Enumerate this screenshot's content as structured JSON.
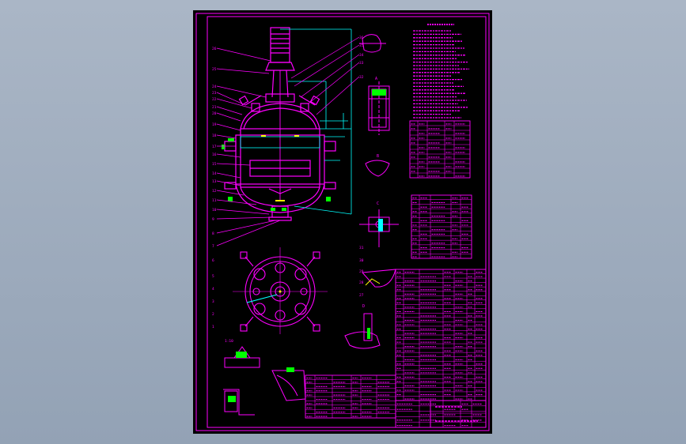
{
  "drawing": {
    "sheet_bg": "#000000",
    "line_color": "#ff00ff",
    "aux_color": "#00ffff",
    "weld_color": "#00ff00",
    "accent_color": "#ffff00",
    "text_color": "#ff00ff"
  },
  "leaders_left": [
    "26",
    "25",
    "24",
    "23",
    "22",
    "21",
    "20",
    "19",
    "18",
    "17",
    "16",
    "15",
    "14",
    "13",
    "12",
    "11",
    "10",
    "9",
    "8",
    "7",
    "6",
    "5",
    "4",
    "3",
    "2",
    "1"
  ],
  "leaders_right": [
    "36",
    "35",
    "34",
    "33",
    "32",
    "31",
    "30",
    "29",
    "28",
    "27"
  ],
  "detail_labels": [
    "A",
    "B",
    "C",
    "D"
  ],
  "scale_text": "1:10"
}
